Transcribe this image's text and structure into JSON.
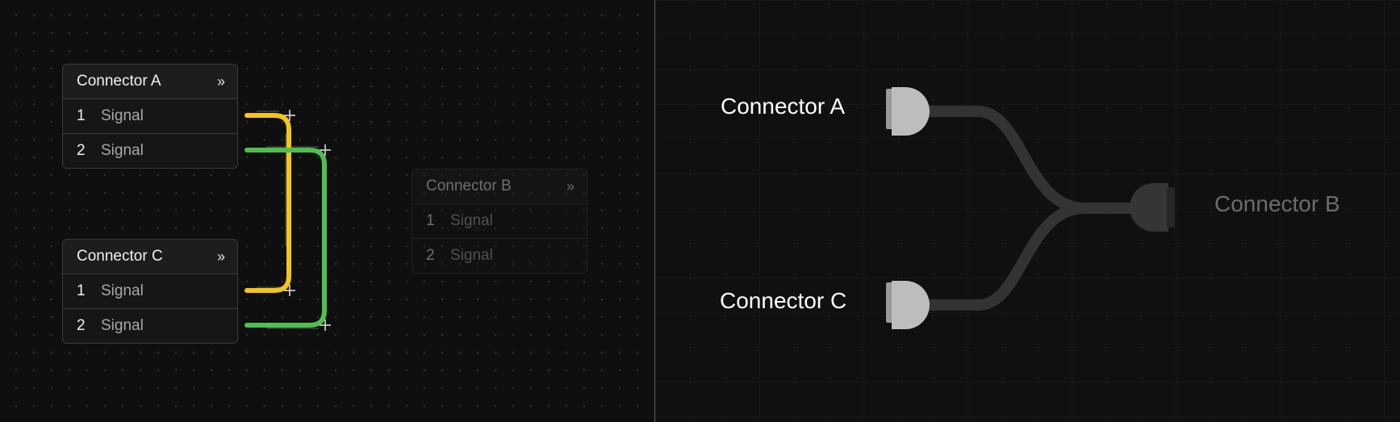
{
  "left_panel": {
    "connectors": [
      {
        "title": "Connector A",
        "pins": [
          {
            "num": "1",
            "label": "Signal"
          },
          {
            "num": "2",
            "label": "Signal"
          }
        ]
      },
      {
        "title": "Connector C",
        "pins": [
          {
            "num": "1",
            "label": "Signal"
          },
          {
            "num": "2",
            "label": "Signal"
          }
        ]
      },
      {
        "title": "Connector B",
        "pins": [
          {
            "num": "1",
            "label": "Signal"
          },
          {
            "num": "2",
            "label": "Signal"
          }
        ]
      }
    ],
    "header_icon": "expand-chevrons-icon",
    "wire_colors": {
      "pin1": "#f5c518",
      "pin2": "#4fbf4f"
    }
  },
  "right_panel": {
    "labels": {
      "a": "Connector A",
      "c": "Connector C",
      "b": "Connector B"
    },
    "plug_color": "#bdbdbd",
    "cable_color": "#333333"
  }
}
